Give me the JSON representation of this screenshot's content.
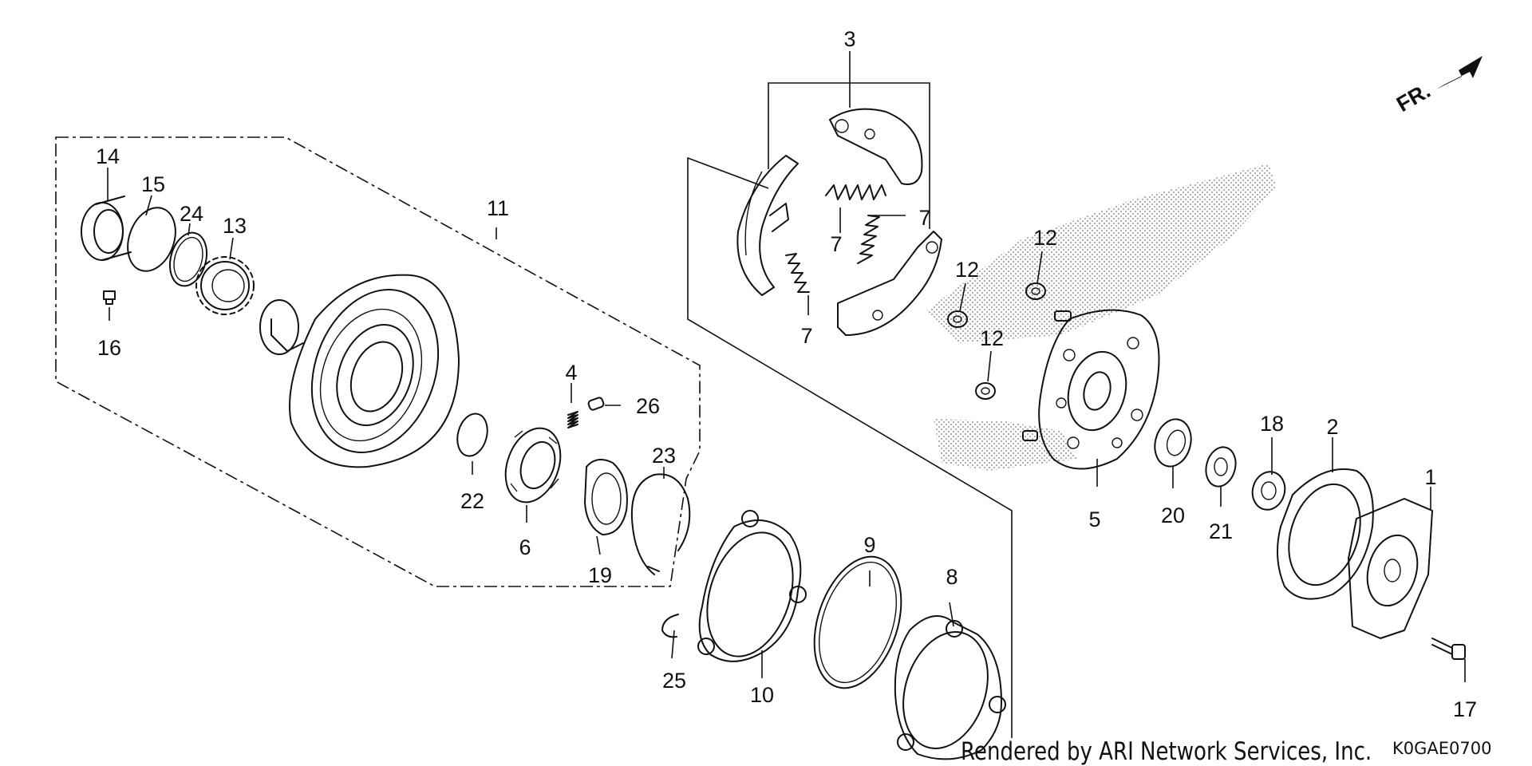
{
  "diagram": {
    "labels": [
      {
        "key": "1",
        "text": "1"
      },
      {
        "key": "2",
        "text": "2"
      },
      {
        "key": "3",
        "text": "3"
      },
      {
        "key": "4",
        "text": "4"
      },
      {
        "key": "5",
        "text": "5"
      },
      {
        "key": "6",
        "text": "6"
      },
      {
        "key": "7a",
        "text": "7"
      },
      {
        "key": "7b",
        "text": "7"
      },
      {
        "key": "7c",
        "text": "7"
      },
      {
        "key": "8",
        "text": "8"
      },
      {
        "key": "9",
        "text": "9"
      },
      {
        "key": "10",
        "text": "10"
      },
      {
        "key": "11",
        "text": "11"
      },
      {
        "key": "12a",
        "text": "12"
      },
      {
        "key": "12b",
        "text": "12"
      },
      {
        "key": "12c",
        "text": "12"
      },
      {
        "key": "13",
        "text": "13"
      },
      {
        "key": "14",
        "text": "14"
      },
      {
        "key": "15",
        "text": "15"
      },
      {
        "key": "16",
        "text": "16"
      },
      {
        "key": "17",
        "text": "17"
      },
      {
        "key": "18",
        "text": "18"
      },
      {
        "key": "19",
        "text": "19"
      },
      {
        "key": "20",
        "text": "20"
      },
      {
        "key": "21",
        "text": "21"
      },
      {
        "key": "22",
        "text": "22"
      },
      {
        "key": "23",
        "text": "23"
      },
      {
        "key": "24",
        "text": "24"
      },
      {
        "key": "25",
        "text": "25"
      },
      {
        "key": "26",
        "text": "26"
      }
    ],
    "direction_label": "FR.",
    "credit": "Rendered by ARI Network Services, Inc.",
    "diagram_code": "K0GAE0700"
  }
}
